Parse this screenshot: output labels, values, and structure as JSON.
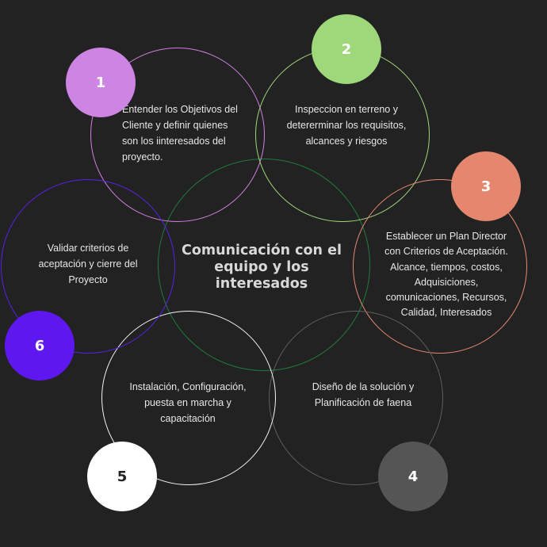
{
  "center": {
    "title": "Comunicación con el equipo y los interesados",
    "ring_color": "#1f7a3a"
  },
  "steps": [
    {
      "number": "1",
      "text": "Entender los Objetivos del Cliente y definir quienes son los iinteresados del proyecto.",
      "ring_color": "#d07ede",
      "badge_color": "#cd84e3",
      "badge_text_color": "#ffffff"
    },
    {
      "number": "2",
      "text": "Inspeccion en terreno y detererminar los requisitos, alcances y riesgos",
      "ring_color": "#9fd57a",
      "badge_color": "#9ed87a",
      "badge_text_color": "#ffffff"
    },
    {
      "number": "3",
      "text": "Establecer un Plan Director con Criterios de Aceptación. Alcance, tiempos, costos, Adquisiciones, comunicaciones, Recursos, Calidad, Interesados",
      "ring_color": "#e7896f",
      "badge_color": "#e5876e",
      "badge_text_color": "#ffffff"
    },
    {
      "number": "4",
      "text": "Diseño de la solución y Planificación de faena",
      "ring_color": "#5e5e5e",
      "badge_color": "#555555",
      "badge_text_color": "#ffffff"
    },
    {
      "number": "5",
      "text": "Instalación, Configuración, puesta en marcha y capacitación",
      "ring_color": "#f2f2f2",
      "badge_color": "#ffffff",
      "badge_text_color": "#232223"
    },
    {
      "number": "6",
      "text": "Validar criterios de aceptación y cierre del Proyecto",
      "ring_color": "#5a20e6",
      "badge_color": "#5f17ef",
      "badge_text_color": "#ffffff"
    }
  ]
}
